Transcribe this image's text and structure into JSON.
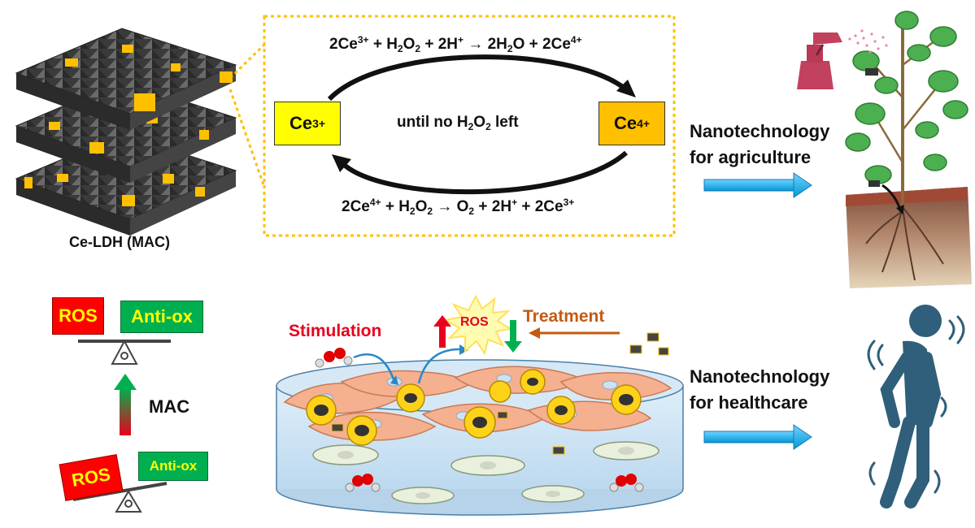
{
  "colors": {
    "ce3_box": "#ffff00",
    "ce4_box": "#ffc000",
    "dotted_border": "#ffc000",
    "ros_box": "#ff0000",
    "ros_text": "#ffff00",
    "antiox_box": "#00b050",
    "antiox_text": "#ffff00",
    "arrow_blue": "#00b0f0",
    "stimulation_red": "#e8001c",
    "treatment_orange": "#c55a11",
    "person_blue": "#2f5f7a"
  },
  "cycle": {
    "eq_top": {
      "a": "2Ce",
      "a_sup": "3+",
      "b": " + H",
      "b_sub": "2",
      "c": "O",
      "c_sub": "2",
      "d": " + 2H",
      "d_sup": "+",
      "e": " → 2H",
      "e_sub": "2",
      "f": "O + 2Ce",
      "f_sup": "4+"
    },
    "eq_bottom": {
      "a": "2Ce",
      "a_sup": "4+",
      "b": " + H",
      "b_sub": "2",
      "c": "O",
      "c_sub": "2",
      "d": " → O",
      "d_sub": "2",
      "e": " + 2H",
      "e_sup": "+",
      "f": " + 2Ce",
      "f_sup": "3+"
    },
    "ce3": {
      "base": "Ce",
      "sup": "3+"
    },
    "ce4": {
      "base": "Ce",
      "sup": "4+"
    },
    "middle": {
      "a": "until no H",
      "a_sub": "2",
      "b": "O",
      "b_sub": "2",
      "c": " left"
    }
  },
  "material_label": "Ce-LDH (MAC)",
  "agriculture": {
    "line1": "Nanotechnology",
    "line2": "for agriculture"
  },
  "healthcare": {
    "line1": "Nanotechnology",
    "line2": "for healthcare"
  },
  "balance": {
    "ros": "ROS",
    "antiox": "Anti-ox",
    "mac": "MAC"
  },
  "cells": {
    "stimulation": "Stimulation",
    "ros_burst": "ROS",
    "treatment": "Treatment"
  },
  "icons": [
    "layered-crystal-icon",
    "spray-bottle-icon",
    "plant-icon",
    "soil-icon",
    "balance-scale-icon",
    "cell-dish-icon",
    "water-molecule-icon",
    "ros-burst-icon",
    "tremor-person-icon",
    "arrow-right-icon"
  ]
}
